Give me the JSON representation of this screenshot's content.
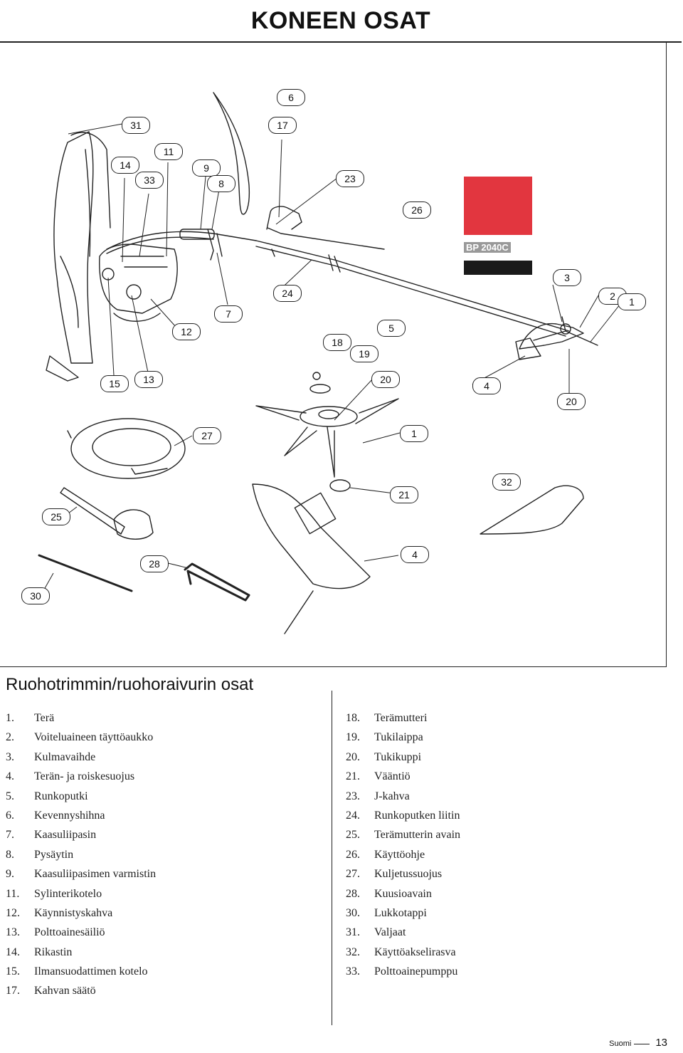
{
  "page_title": "KONEEN OSAT",
  "section_title": "Ruohotrimmin/ruohoraivurin osat",
  "callouts": [
    "6",
    "31",
    "17",
    "11",
    "14",
    "33",
    "9",
    "8",
    "23",
    "26",
    "3",
    "24",
    "2",
    "1",
    "7",
    "12",
    "5",
    "18",
    "19",
    "15",
    "13",
    "20",
    "4",
    "20",
    "27",
    "1",
    "32",
    "21",
    "25",
    "4",
    "28",
    "30"
  ],
  "manual_label": "BP 2040C",
  "parts_left": [
    {
      "num": "1.",
      "name": "Terä"
    },
    {
      "num": "2.",
      "name": "Voiteluaineen täyttöaukko"
    },
    {
      "num": "3.",
      "name": "Kulmavaihde"
    },
    {
      "num": "4.",
      "name": "Terän- ja roiskesuojus"
    },
    {
      "num": "5.",
      "name": "Runkoputki"
    },
    {
      "num": "6.",
      "name": "Kevennyshihna"
    },
    {
      "num": "7.",
      "name": "Kaasuliipasin"
    },
    {
      "num": "8.",
      "name": "Pysäytin"
    },
    {
      "num": "9.",
      "name": "Kaasuliipasimen varmistin"
    },
    {
      "num": "11.",
      "name": "Sylinterikotelo"
    },
    {
      "num": "12.",
      "name": "Käynnistyskahva"
    },
    {
      "num": "13.",
      "name": "Polttoainesäiliö"
    },
    {
      "num": "14.",
      "name": "Rikastin"
    },
    {
      "num": "15.",
      "name": "Ilmansuodattimen kotelo"
    },
    {
      "num": "17.",
      "name": "Kahvan säätö"
    }
  ],
  "parts_right": [
    {
      "num": "18.",
      "name": "Terämutteri"
    },
    {
      "num": "19.",
      "name": "Tukilaippa"
    },
    {
      "num": "20.",
      "name": "Tukikuppi"
    },
    {
      "num": "21.",
      "name": "Vääntiö"
    },
    {
      "num": "23.",
      "name": "J-kahva"
    },
    {
      "num": "24.",
      "name": "Runkoputken liitin"
    },
    {
      "num": "25.",
      "name": "Terämutterin avain"
    },
    {
      "num": "26.",
      "name": "Käyttöohje"
    },
    {
      "num": "27.",
      "name": "Kuljetussuojus"
    },
    {
      "num": "28.",
      "name": "Kuusioavain"
    },
    {
      "num": "30.",
      "name": "Lukkotappi"
    },
    {
      "num": "31.",
      "name": "Valjaat"
    },
    {
      "num": "32.",
      "name": "Käyttöakselirasva"
    },
    {
      "num": "33.",
      "name": "Polttoainepumppu"
    }
  ],
  "footer": {
    "language": "Suomi",
    "page_number": "13"
  },
  "colors": {
    "manual_cover": "#e2363f",
    "manual_band": "#1a1a1a"
  }
}
